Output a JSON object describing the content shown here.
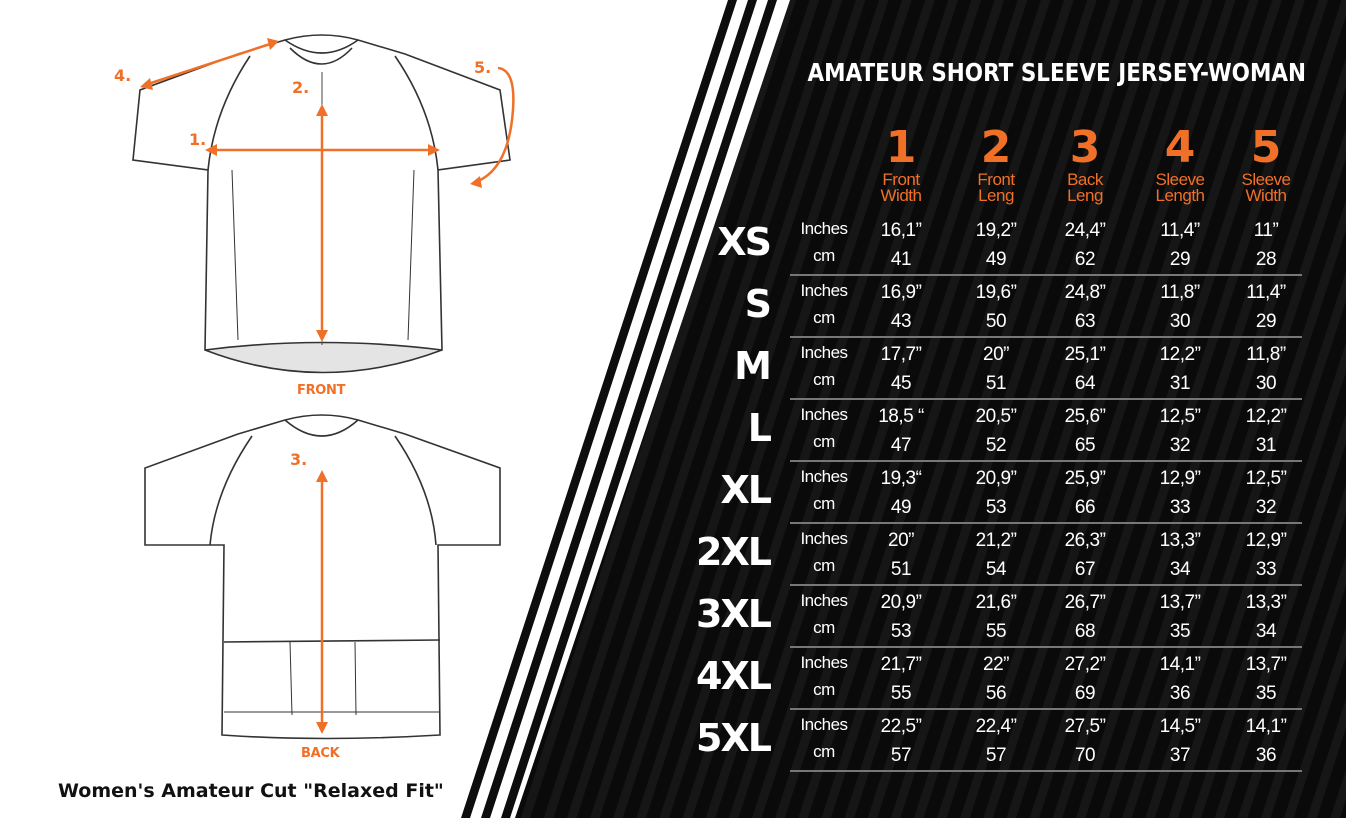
{
  "title": "AMATEUR SHORT SLEEVE JERSEY-WOMAN",
  "caption": "Women's Amateur Cut \"Relaxed Fit\"",
  "colors": {
    "accent": "#f07028",
    "panel": "#0b0b0b",
    "divider": "#777777"
  },
  "diagram": {
    "front_label": "FRONT",
    "back_label": "BACK",
    "markers": [
      "1.",
      "2.",
      "3.",
      "4.",
      "5."
    ]
  },
  "chart_data": {
    "type": "table",
    "title": "AMATEUR SHORT SLEEVE JERSEY-WOMAN",
    "columns": [
      {
        "number": "1",
        "name": "Front\nWidth"
      },
      {
        "number": "2",
        "name": "Front\nLeng"
      },
      {
        "number": "3",
        "name": "Back\nLeng"
      },
      {
        "number": "4",
        "name": "Sleeve\nLength"
      },
      {
        "number": "5",
        "name": "Sleeve\nWidth"
      }
    ],
    "unit_labels": [
      "Inches",
      "cm"
    ],
    "rows": [
      {
        "size": "XS",
        "inches": [
          "16,1”",
          "19,2”",
          "24,4”",
          "11,4”",
          "11”"
        ],
        "cm": [
          "41",
          "49",
          "62",
          "29",
          "28"
        ]
      },
      {
        "size": "S",
        "inches": [
          "16,9”",
          "19,6”",
          "24,8”",
          "11,8”",
          "11,4”"
        ],
        "cm": [
          "43",
          "50",
          "63",
          "30",
          "29"
        ]
      },
      {
        "size": "M",
        "inches": [
          "17,7”",
          "20”",
          "25,1”",
          "12,2”",
          "11,8”"
        ],
        "cm": [
          "45",
          "51",
          "64",
          "31",
          "30"
        ]
      },
      {
        "size": "L",
        "inches": [
          "18,5 “",
          "20,5”",
          "25,6”",
          "12,5”",
          "12,2”"
        ],
        "cm": [
          "47",
          "52",
          "65",
          "32",
          "31"
        ]
      },
      {
        "size": "XL",
        "inches": [
          "19,3“",
          "20,9”",
          "25,9”",
          "12,9”",
          "12,5”"
        ],
        "cm": [
          "49",
          "53",
          "66",
          "33",
          "32"
        ]
      },
      {
        "size": "2XL",
        "inches": [
          "20”",
          "21,2”",
          "26,3”",
          "13,3”",
          "12,9”"
        ],
        "cm": [
          "51",
          "54",
          "67",
          "34",
          "33"
        ]
      },
      {
        "size": "3XL",
        "inches": [
          "20,9”",
          "21,6”",
          "26,7”",
          "13,7”",
          "13,3”"
        ],
        "cm": [
          "53",
          "55",
          "68",
          "35",
          "34"
        ]
      },
      {
        "size": "4XL",
        "inches": [
          "21,7”",
          "22”",
          "27,2”",
          "14,1”",
          "13,7”"
        ],
        "cm": [
          "55",
          "56",
          "69",
          "36",
          "35"
        ]
      },
      {
        "size": "5XL",
        "inches": [
          "22,5”",
          "22,4”",
          "27,5”",
          "14,5”",
          "14,1”"
        ],
        "cm": [
          "57",
          "57",
          "70",
          "37",
          "36"
        ]
      }
    ]
  }
}
